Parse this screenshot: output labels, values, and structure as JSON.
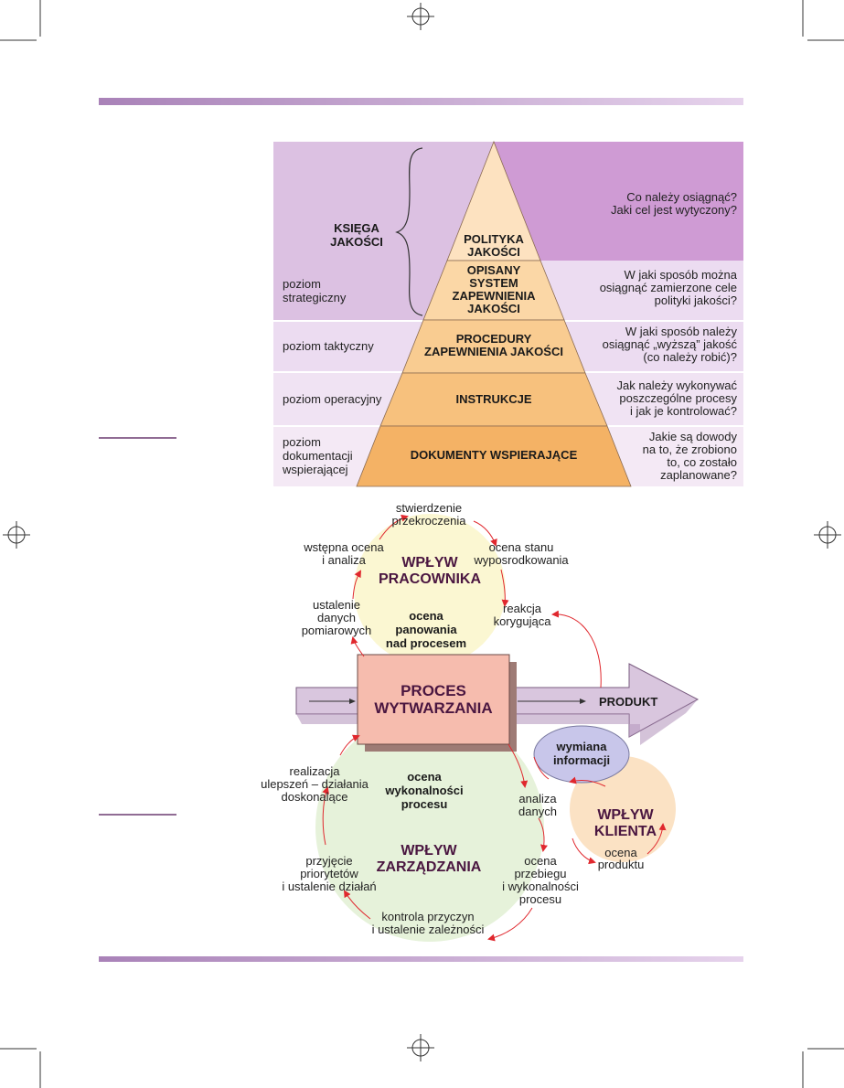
{
  "colors": {
    "band_dark": "#a982b8",
    "band_light": "#e6d3ec",
    "left_top": "#dcc1e2",
    "right_top": "#cf9bd4",
    "row_tactical": "#ecdcf1",
    "row_operational": "#f0e3f3",
    "row_docs": "#f4e9f5",
    "pyr1": "#fde2c0",
    "pyr2": "#fbd7a6",
    "pyr3": "#f9cc91",
    "pyr4": "#f7c17d",
    "pyr5": "#f4b265",
    "worker_circle": "#fbf7d2",
    "mgmt_circle": "#e6f2da",
    "client_circle": "#fbe2c4",
    "process_box": "#f6bcae",
    "info_ellipse": "#c8c6ea",
    "arrow_fill": "#d9c6de",
    "red": "#e0282e"
  },
  "pyramid": {
    "book_label": [
      "KSIĘGA",
      "JAKOŚCI"
    ],
    "levels": [
      {
        "label": [
          "POLITYKA",
          "JAKOŚCI"
        ],
        "question": [
          "Co należy osiągnąć?",
          "Jaki cel jest wytyczony?"
        ]
      },
      {
        "label": [
          "OPISANY",
          "SYSTEM",
          "ZAPEWNIENIA",
          "JAKOŚCI"
        ],
        "question": [
          "W jaki sposób można",
          "osiągnąć zamierzone cele",
          "polityki jakości?"
        ]
      },
      {
        "label": [
          "PROCEDURY",
          "ZAPEWNIENIA JAKOŚCI"
        ],
        "question": [
          "W jaki sposób  należy",
          "osiągnąć „wyższą” jakość",
          "(co należy robić)?"
        ]
      },
      {
        "label": [
          "INSTRUKCJE"
        ],
        "question": [
          "Jak należy wykonywać",
          "poszczególne procesy",
          "i jak je kontrolować?"
        ]
      },
      {
        "label": [
          "DOKUMENTY WSPIERAJĄCE"
        ],
        "question": [
          "Jakie są dowody",
          "na to, że zrobiono",
          "to, co zostało",
          "zaplanowane?"
        ]
      }
    ],
    "left_levels": [
      [
        "poziom",
        "strategiczny"
      ],
      [
        "poziom taktyczny"
      ],
      [
        "poziom operacyjny"
      ],
      [
        "poziom",
        "dokumentacji",
        "wspierającej"
      ]
    ]
  },
  "cycle": {
    "worker_title": [
      "WPŁYW",
      "PRACOWNIKA"
    ],
    "worker_center": [
      "ocena",
      "panowania",
      "nad procesem"
    ],
    "worker_steps": [
      [
        "stwierdzenie",
        "przekroczenia"
      ],
      [
        "ocena stanu",
        "wyposrodkowania"
      ],
      [
        "reakcja",
        "korygująca"
      ],
      [
        "ustalenie",
        "danych",
        "pomiarowych"
      ],
      [
        "wstępna ocena",
        "i analiza"
      ]
    ],
    "process_box": [
      "PROCES",
      "WYTWARZANIA"
    ],
    "product_label": "PRODUKT",
    "info_label": [
      "wymiana",
      "informacji"
    ],
    "mgmt_title": [
      "WPŁYW",
      "ZARZĄDZANIA"
    ],
    "mgmt_center": [
      "ocena",
      "wykonalności",
      "procesu"
    ],
    "mgmt_steps": [
      [
        "analiza",
        "danych"
      ],
      [
        "ocena",
        "przebiegu",
        "i wykonalności",
        "procesu"
      ],
      [
        "kontrola przyczyn",
        "i ustalenie zależności"
      ],
      [
        "przyjęcie",
        "priorytetów",
        "i ustalenie działań"
      ],
      [
        "realizacja",
        "ulepszeń – działania",
        "doskonalące"
      ]
    ],
    "client_title": [
      "WPŁYW",
      "KLIENTA"
    ],
    "client_step": [
      "ocena",
      "produktu"
    ]
  }
}
